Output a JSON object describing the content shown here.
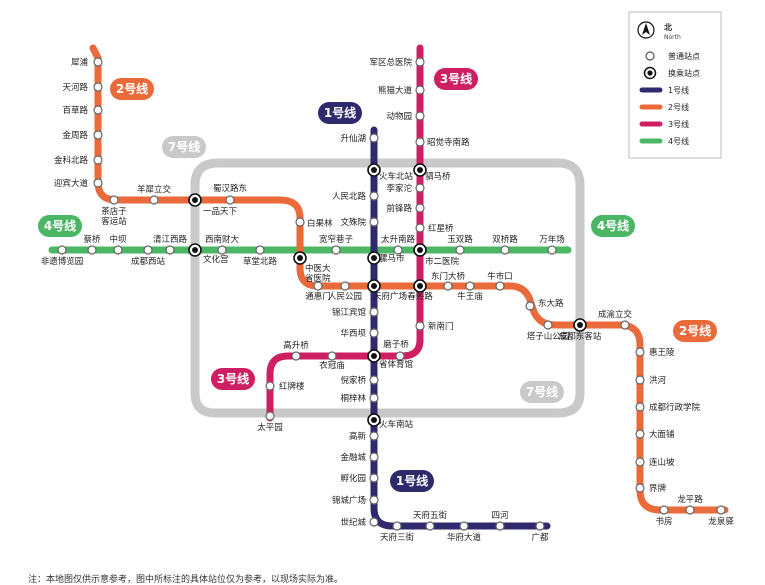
{
  "colors": {
    "line1": "#2f2a6e",
    "line2": "#ea6a3a",
    "line3": "#cf1f63",
    "line4": "#4bb664",
    "line7": "#c9c9c9"
  },
  "legend": {
    "north": "北",
    "north_en": "North",
    "items": [
      {
        "icon": "normal-station-icon",
        "label": "普通站点"
      },
      {
        "icon": "transfer-station-icon",
        "label": "换乘站点"
      },
      {
        "color": "#2f2a6e",
        "label": "1号线"
      },
      {
        "color": "#ea6a3a",
        "label": "2号线"
      },
      {
        "color": "#cf1f63",
        "label": "3号线"
      },
      {
        "color": "#4bb664",
        "label": "4号线"
      }
    ]
  },
  "badges": [
    {
      "label": "2号线",
      "color": "#ea6a3a"
    },
    {
      "label": "3号线",
      "color": "#cf1f63"
    },
    {
      "label": "1号线",
      "color": "#2f2a6e"
    },
    {
      "label": "7号线",
      "color": "#c9c9c9"
    },
    {
      "label": "4号线",
      "color": "#4bb664"
    },
    {
      "label": "4号线",
      "color": "#4bb664"
    },
    {
      "label": "2号线",
      "color": "#ea6a3a"
    },
    {
      "label": "3号线",
      "color": "#cf1f63"
    },
    {
      "label": "7号线",
      "color": "#c9c9c9"
    },
    {
      "label": "1号线",
      "color": "#2f2a6e"
    }
  ],
  "stations": [
    {
      "name": "犀浦"
    },
    {
      "name": "天河路"
    },
    {
      "name": "百草路"
    },
    {
      "name": "金周路"
    },
    {
      "name": "金科北路"
    },
    {
      "name": "迎宾大道"
    },
    {
      "name": "茶店子客运站"
    },
    {
      "name": "羊犀立交"
    },
    {
      "name": "一品天下"
    },
    {
      "name": "蜀汉路东"
    },
    {
      "name": "白果林"
    },
    {
      "name": "中医大省医院"
    },
    {
      "name": "通惠门"
    },
    {
      "name": "人民公园"
    },
    {
      "name": "天府广场"
    },
    {
      "name": "春熙路"
    },
    {
      "name": "东门大桥"
    },
    {
      "name": "牛王庙"
    },
    {
      "name": "牛市口"
    },
    {
      "name": "东大路"
    },
    {
      "name": "塔子山公园"
    },
    {
      "name": "成都东客站"
    },
    {
      "name": "成渝立交"
    },
    {
      "name": "惠王陵"
    },
    {
      "name": "洪河"
    },
    {
      "name": "成都行政学院"
    },
    {
      "name": "大面铺"
    },
    {
      "name": "连山坡"
    },
    {
      "name": "界牌"
    },
    {
      "name": "书房"
    },
    {
      "name": "龙平路"
    },
    {
      "name": "龙泉驿"
    },
    {
      "name": "升仙湖"
    },
    {
      "name": "火车北站"
    },
    {
      "name": "人民北路"
    },
    {
      "name": "文殊院"
    },
    {
      "name": "骡马市"
    },
    {
      "name": "锦江宾馆"
    },
    {
      "name": "华西坝"
    },
    {
      "name": "省体育馆"
    },
    {
      "name": "倪家桥"
    },
    {
      "name": "桐梓林"
    },
    {
      "name": "火车南站"
    },
    {
      "name": "高新"
    },
    {
      "name": "金融城"
    },
    {
      "name": "孵化园"
    },
    {
      "name": "锦城广场"
    },
    {
      "name": "世纪城"
    },
    {
      "name": "天府三街"
    },
    {
      "name": "天府五街"
    },
    {
      "name": "华府大道"
    },
    {
      "name": "四河"
    },
    {
      "name": "广都"
    },
    {
      "name": "军区总医院"
    },
    {
      "name": "熊猫大道"
    },
    {
      "name": "动物园"
    },
    {
      "name": "昭觉寺南路"
    },
    {
      "name": "驷马桥"
    },
    {
      "name": "李家沱"
    },
    {
      "name": "前锋路"
    },
    {
      "name": "红星桥"
    },
    {
      "name": "市二医院"
    },
    {
      "name": "新南门"
    },
    {
      "name": "磨子桥"
    },
    {
      "name": "衣冠庙"
    },
    {
      "name": "高升桥"
    },
    {
      "name": "红牌楼"
    },
    {
      "name": "太平园"
    },
    {
      "name": "非遗博览园"
    },
    {
      "name": "蔡桥"
    },
    {
      "name": "中坝"
    },
    {
      "name": "成都西站"
    },
    {
      "name": "清江西路"
    },
    {
      "name": "文化宫"
    },
    {
      "name": "西南财大"
    },
    {
      "name": "草堂北路"
    },
    {
      "name": "宽窄巷子"
    },
    {
      "name": "太升南路"
    },
    {
      "name": "玉双路"
    },
    {
      "name": "双桥路"
    },
    {
      "name": "万年场"
    }
  ],
  "footnote": "注：本地图仅供示意参考，图中所标注的具体站位仅为参考，以现场实际为准。"
}
